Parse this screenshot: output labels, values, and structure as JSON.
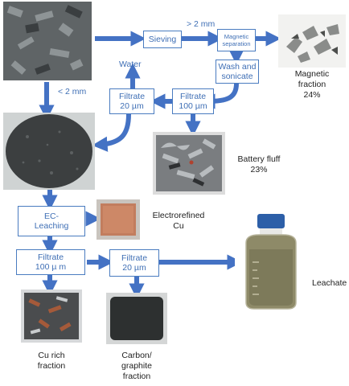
{
  "colors": {
    "arrow": "#4472c4",
    "box_border": "#4a7cc0",
    "box_text": "#3f6fb5"
  },
  "boxes": {
    "sieving": "Sieving",
    "magnetic_separation": "Magnetic\nseparation",
    "wash_sonicate": "Wash and\nsonicate",
    "filtrate_100_top": "Filtrate\n100 µm",
    "filtrate_20_top": "Filtrate\n20 µm",
    "ec_leaching": "EC-\nLeaching",
    "filtrate_100_bottom": "Filtrate\n100 µ m",
    "filtrate_20_bottom": "Filtrate\n20 µm"
  },
  "flow_labels": {
    "gt_2mm": "> 2 mm",
    "lt_2mm": "< 2 mm",
    "water": "Water"
  },
  "captions": {
    "magnetic_fraction": "Magnetic\nfraction\n24%",
    "battery_fluff": "Battery fluff\n23%",
    "electrorefined_cu": "Electrorefined\nCu",
    "leachate": "Leachate",
    "cu_rich": "Cu rich\nfraction",
    "carbon_graphite": "Carbon/\ngraphite\nfraction"
  },
  "photos": [
    "raw-shredded-battery",
    "magnetic-fraction-pieces",
    "fine-black-mass-dish",
    "battery-fluff-tray",
    "electrorefined-cu-plate",
    "leachate-bottle",
    "cu-rich-fraction-tray",
    "carbon-graphite-dish"
  ]
}
